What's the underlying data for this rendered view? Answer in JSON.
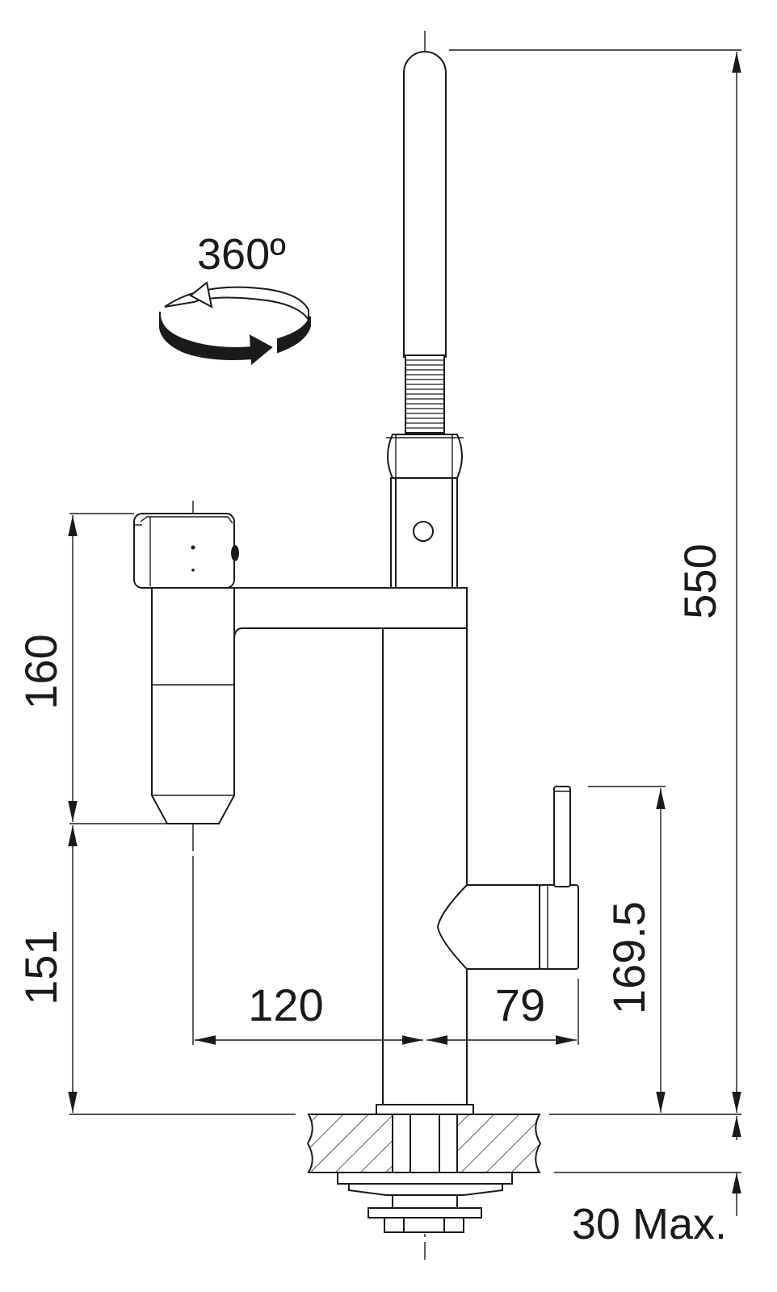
{
  "rotation": {
    "label": "360º",
    "icon": "rotate-360-icon"
  },
  "dimensions": {
    "total_height": "550",
    "spray_height": "160",
    "spray_clearance": "151",
    "spout_reach": "120",
    "lever_offset": "79",
    "lever_height": "169.5",
    "deck_thickness": "30 Max."
  },
  "colors": {
    "line": "#1a1a1a",
    "background": "#ffffff"
  }
}
